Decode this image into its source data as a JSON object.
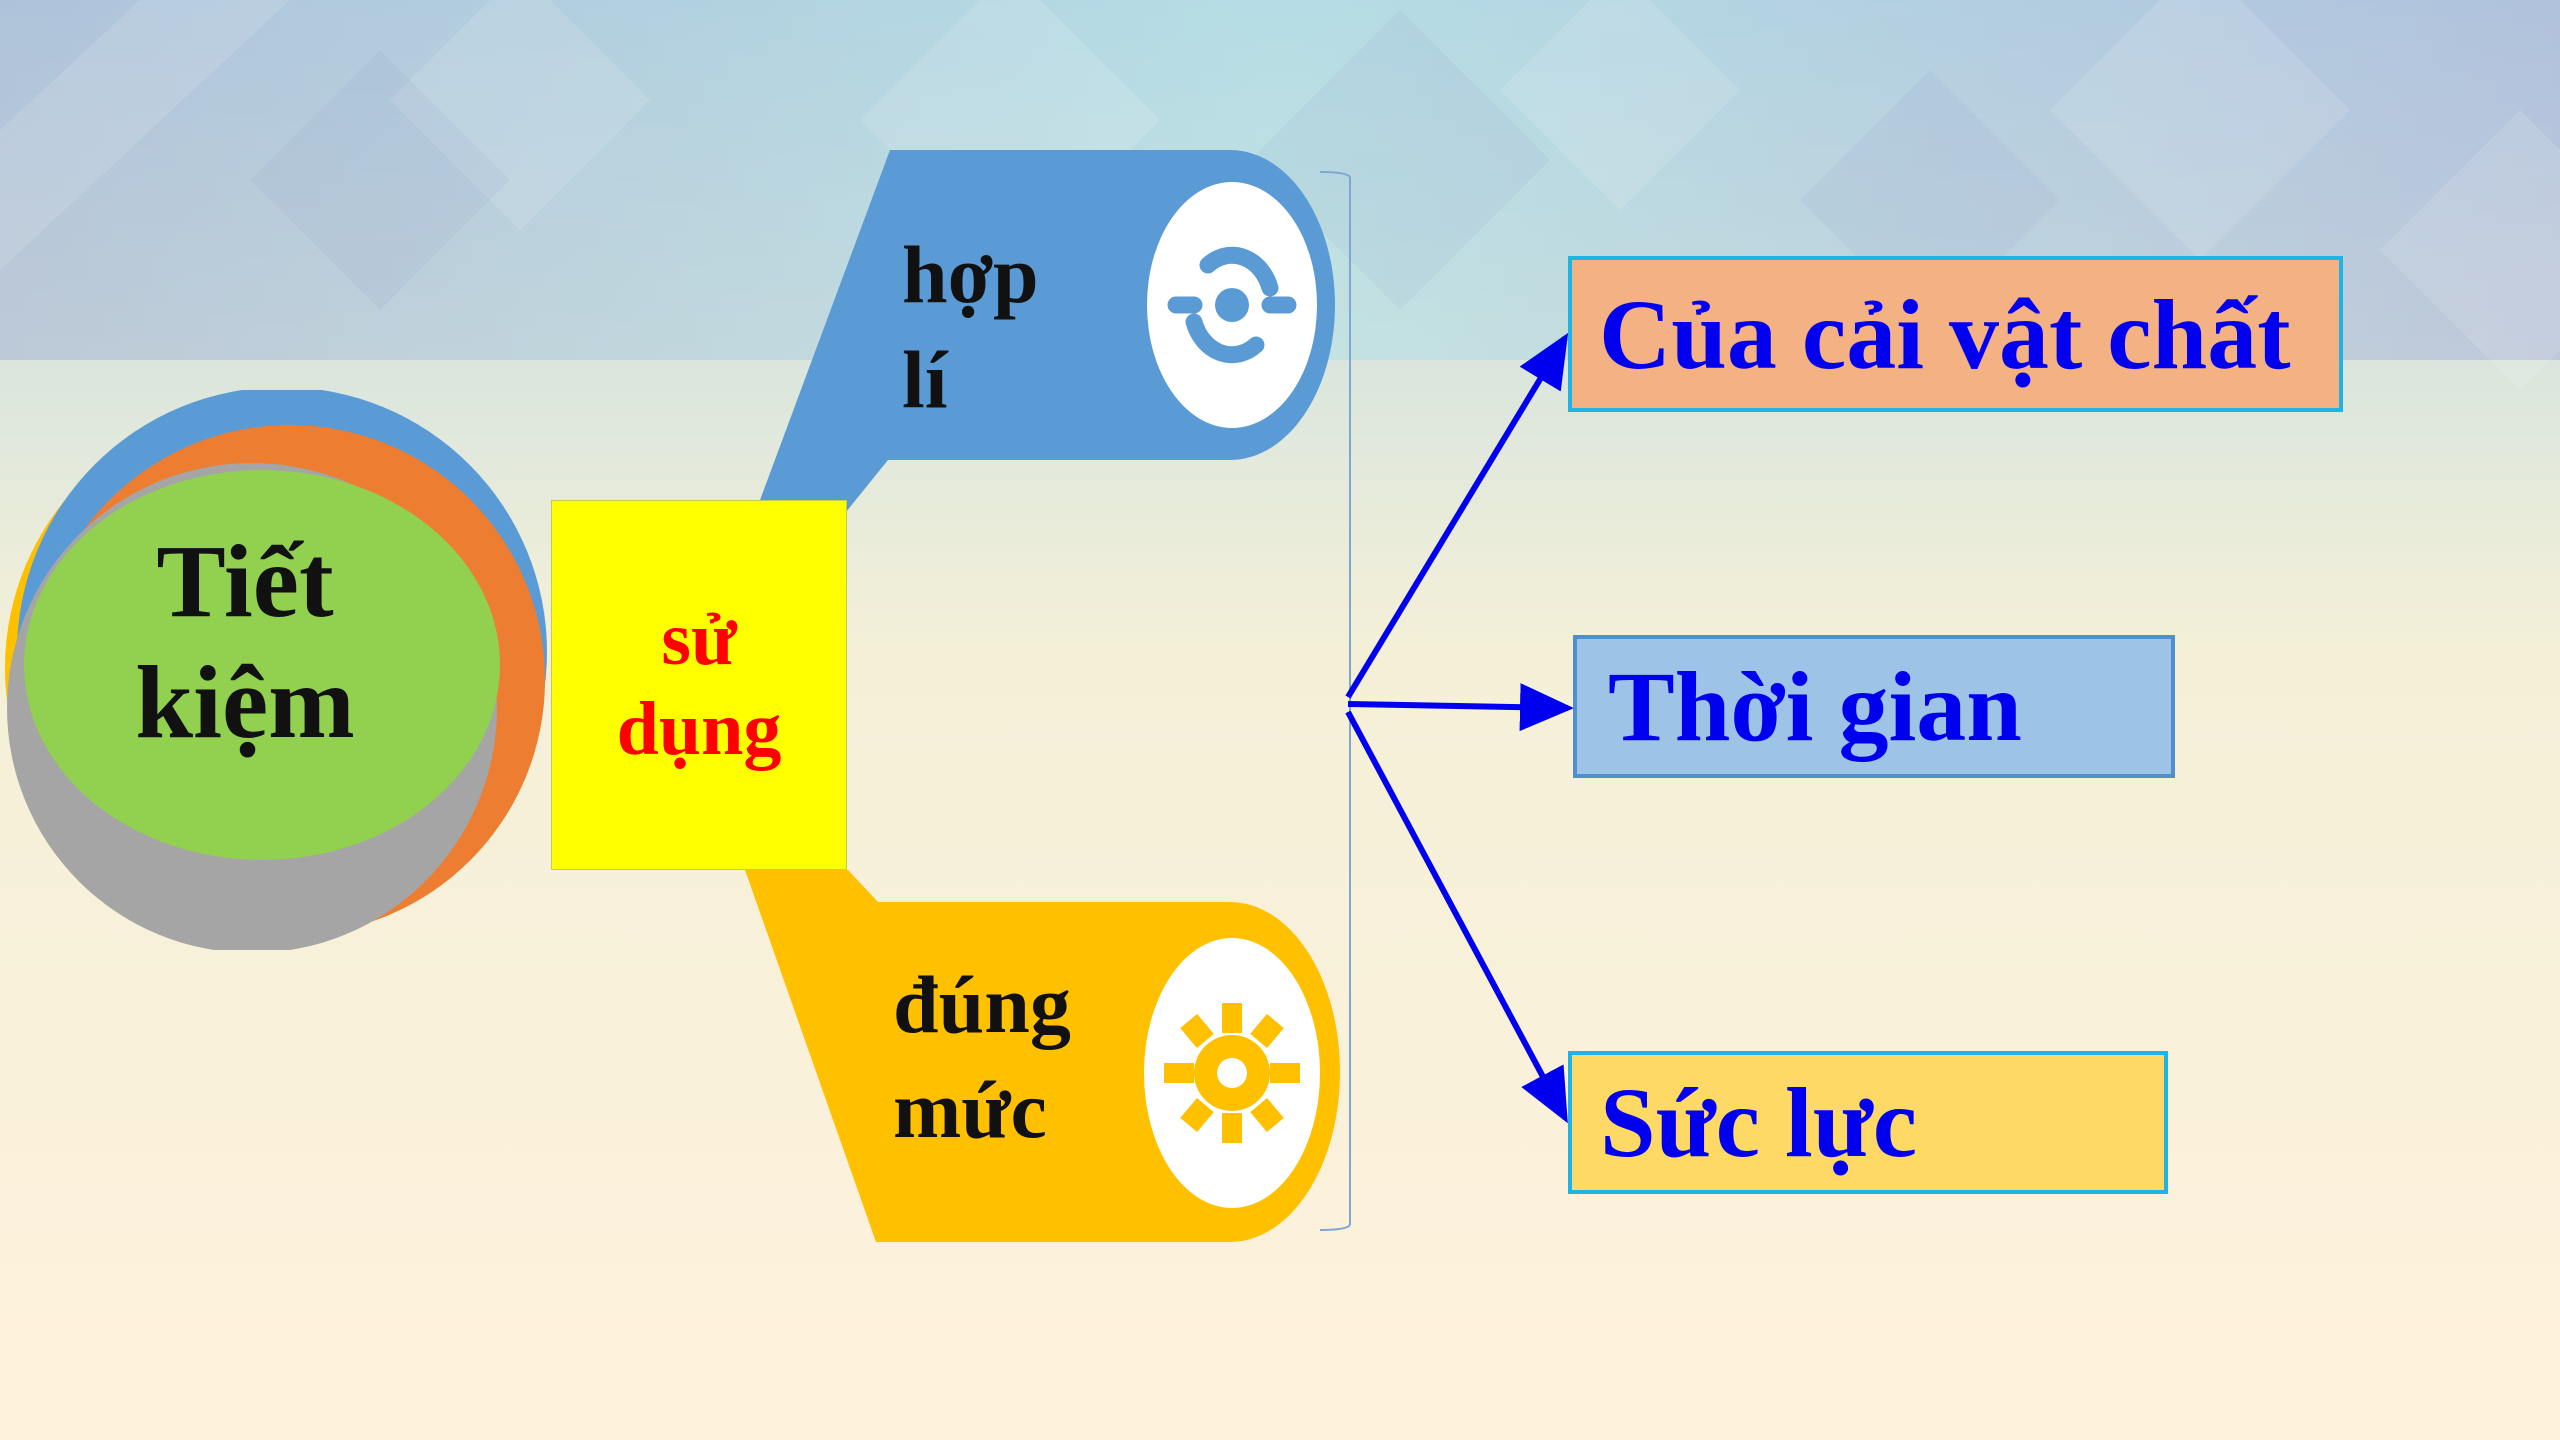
{
  "center": {
    "line1": "Tiết",
    "line2": "kiệm"
  },
  "connector": {
    "line1": "sử",
    "line2": "dụng"
  },
  "branches": [
    {
      "line1": "hợp",
      "line2": "lí",
      "color": "#5b9bd5",
      "icon": "sync-icon"
    },
    {
      "line1": "đúng",
      "line2": "mức",
      "color": "#ffc000",
      "icon": "gear-icon"
    }
  ],
  "targets": [
    {
      "label": "Của cải vật chất",
      "fill": "#f4b183"
    },
    {
      "label": "Thời gian",
      "fill": "#9dc3e6"
    },
    {
      "label": "Sức lực",
      "fill": "#ffd966"
    }
  ],
  "colors": {
    "arrow": "#0000ee",
    "target_text": "#0000ee",
    "connector_text": "#ff0000",
    "center_fill": "#92d050"
  }
}
